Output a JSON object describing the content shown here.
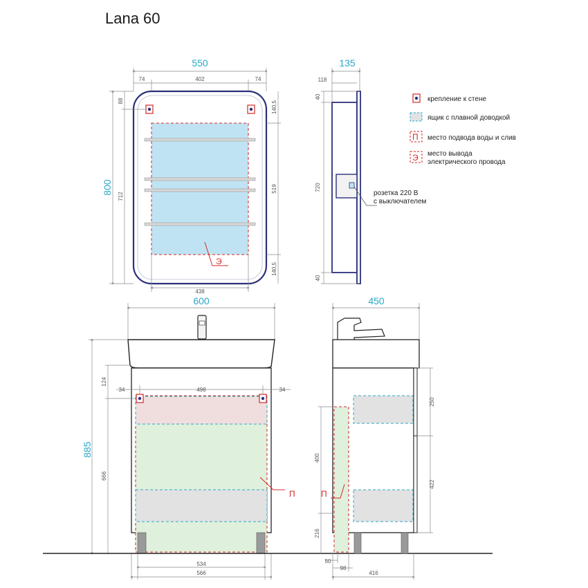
{
  "title": "Lana 60",
  "colors": {
    "frame": "#2b2f7a",
    "accent_dim": "#2aa8c8",
    "wall_mount": "#d62728",
    "drawer_fill": "#bfe3f2",
    "water_fill": "#dff0dc",
    "grey_panel": "#e2e2e2"
  },
  "legend": {
    "wall_mount": "крепление к стене",
    "drawer": "ящик с плавной доводкой",
    "water": "место подвода воды и слив",
    "electric_line1": "место вывода",
    "electric_line2": "электрического провода",
    "water_symbol": "П",
    "electric_symbol": "Э"
  },
  "annotations": {
    "socket_line1": "розетка 220 В",
    "socket_line2": "с выключателем",
    "electric_mark": "Э",
    "water_mark_front": "П",
    "water_mark_side": "П"
  },
  "mirror_front": {
    "width": "550",
    "height": "800",
    "side_left": "74",
    "inner": "402",
    "side_right": "74",
    "top_offset": "88",
    "inner_height": "712",
    "right_top": "140,5",
    "right_mid": "519",
    "right_bottom": "140,5",
    "bottom_width": "438"
  },
  "mirror_side": {
    "depth": "135",
    "thickness": "118",
    "top": "40",
    "middle": "720",
    "bottom": "40"
  },
  "cabinet_front": {
    "width": "600",
    "height": "885",
    "side_left": "34",
    "inner": "498",
    "side_right": "34",
    "top_drop": "124",
    "lower_height": "666",
    "bottom_inner": "534",
    "bottom_outer": "566"
  },
  "cabinet_side": {
    "depth": "450",
    "top_drawer": "250",
    "bottom_drawer": "422",
    "pipe_height": "400",
    "floor_height": "216",
    "offset_a": "50",
    "offset_b": "98",
    "body_depth": "416"
  }
}
